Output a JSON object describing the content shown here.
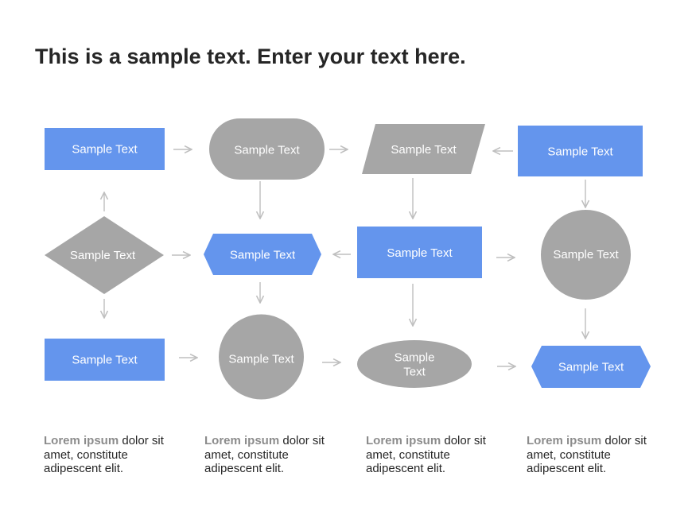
{
  "title": "This is a sample text. Enter your text here.",
  "colors": {
    "blue": "#6495ed",
    "gray": "#a6a6a6",
    "arrow": "#bfbfbf",
    "text_on_shape": "#ffffff"
  },
  "shapes": {
    "r1c1": "Sample Text",
    "r1c2": "Sample Text",
    "r1c3": "Sample Text",
    "r1c4": "Sample Text",
    "r2c1": "Sample Text",
    "r2c2": "Sample Text",
    "r2c3": "Sample Text",
    "r2c4": "Sample Text",
    "r3c1": "Sample Text",
    "r3c2": "Sample Text",
    "r3c3_line1": "Sample",
    "r3c3_line2": "Text",
    "r3c4": "Sample Text"
  },
  "notes": [
    {
      "bold": "Lorem ipsum",
      "rest": " dolor sit amet, constitute adipescent elit."
    },
    {
      "bold": "Lorem ipsum",
      "rest": " dolor sit amet, constitute adipescent elit."
    },
    {
      "bold": "Lorem ipsum",
      "rest": " dolor sit amet, constitute adipescent elit."
    },
    {
      "bold": "Lorem ipsum",
      "rest": " dolor sit amet, constitute adipescent elit."
    }
  ]
}
